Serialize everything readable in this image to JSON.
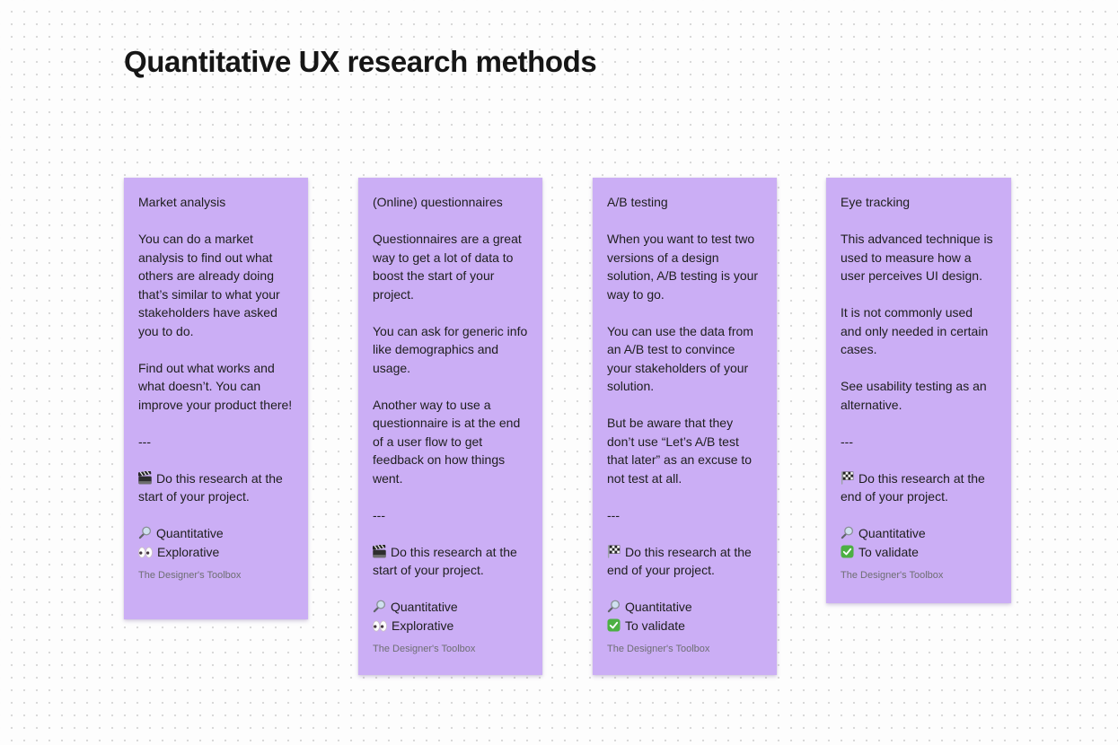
{
  "page": {
    "title": "Quantitative UX research methods"
  },
  "colors": {
    "note_background": "#CBAEF5",
    "canvas_dot": "#D9D9D9",
    "body_text": "#1E1E1E",
    "footer_text": "#6E6E73",
    "check_green": "#4CB043"
  },
  "notes": [
    {
      "title": "Market analysis",
      "paragraphs": [
        "You can do a market analysis to find out what others are already doing that’s similar to what your stakeholders have asked you to do.",
        "Find out what works and what doesn’t. You can improve your product there!"
      ],
      "divider": "---",
      "timing": {
        "icon": "clapperboard-icon",
        "text": "Do this research at the start of your project."
      },
      "tags": [
        {
          "icon": "magnifier-icon",
          "label": "Quantitative"
        },
        {
          "icon": "eyes-icon",
          "label": "Explorative"
        }
      ],
      "footer": "The Designer's Toolbox"
    },
    {
      "title": "(Online) questionnaires",
      "paragraphs": [
        "Questionnaires are a great way to get a lot of data to boost the start of your project.",
        "You can ask for generic info like demographics and usage.",
        "Another way to use a questionnaire is at the end of a user flow to get feedback on how things went."
      ],
      "divider": "---",
      "timing": {
        "icon": "clapperboard-icon",
        "text": "Do this research at the start of your project."
      },
      "tags": [
        {
          "icon": "magnifier-icon",
          "label": "Quantitative"
        },
        {
          "icon": "eyes-icon",
          "label": "Explorative"
        }
      ],
      "footer": "The Designer's Toolbox"
    },
    {
      "title": "A/B testing",
      "paragraphs": [
        "When you want to test two versions of a design solution, A/B testing is your way to go.",
        "You can use the data from an A/B test to convince your stakeholders of your solution.",
        "But be aware that they don’t use “Let’s A/B test that later” as an excuse to not test at all."
      ],
      "divider": "---",
      "timing": {
        "icon": "checkered-flag-icon",
        "text": "Do this research at the end of your project."
      },
      "tags": [
        {
          "icon": "magnifier-icon",
          "label": "Quantitative"
        },
        {
          "icon": "check-icon",
          "label": "To validate"
        }
      ],
      "footer": "The Designer's Toolbox"
    },
    {
      "title": "Eye tracking",
      "paragraphs": [
        "This advanced technique is used to measure how a user perceives UI design.",
        "It is not commonly used and only needed in certain cases.",
        "See usability testing as an alternative."
      ],
      "divider": "---",
      "timing": {
        "icon": "checkered-flag-icon",
        "text": "Do this research at the end of your project."
      },
      "tags": [
        {
          "icon": "magnifier-icon",
          "label": "Quantitative"
        },
        {
          "icon": "check-icon",
          "label": "To validate"
        }
      ],
      "footer": "The Designer's Toolbox"
    }
  ]
}
